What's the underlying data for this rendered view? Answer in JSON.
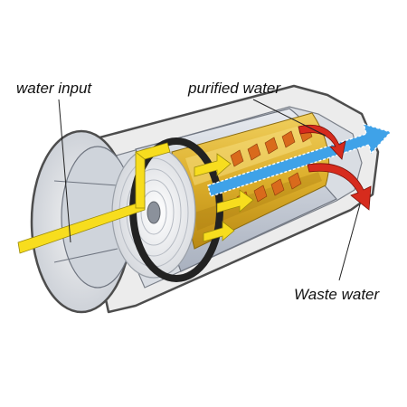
{
  "diagram": {
    "labels": {
      "water_input": "water input",
      "purified_water": "purified water",
      "waste_water": "Waste water"
    },
    "colors": {
      "background": "#ffffff",
      "housing_fill": "#ececec",
      "housing_shade": "#c9ced6",
      "housing_outline": "#4d4d4d",
      "membrane_core": "#e1b735",
      "membrane_light": "#f3d675",
      "inner_shell": "#b7bfcc",
      "input_flow": "#f7dd1e",
      "purified_flow": "#3fa2e8",
      "waste_flow": "#d62b1d",
      "end_ring": "#222222",
      "callout_line": "#222222"
    },
    "icons": {
      "input_arrow": "yellow-arrow",
      "purified_arrow": "blue-arrow",
      "waste_arrow": "red-arrow"
    }
  }
}
